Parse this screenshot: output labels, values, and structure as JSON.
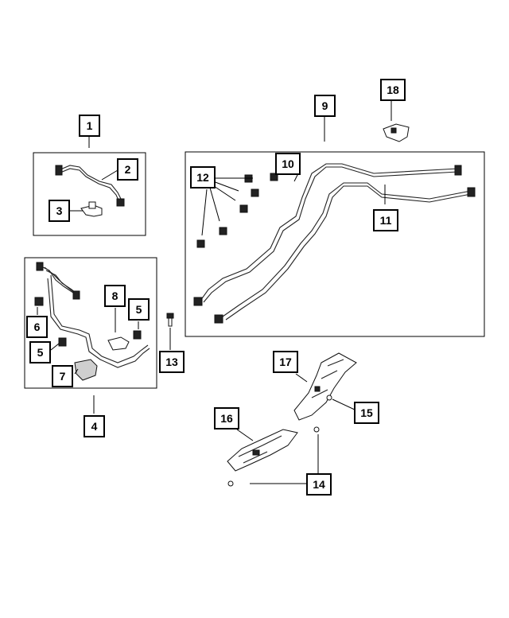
{
  "callouts": [
    {
      "id": "c1",
      "label": "1"
    },
    {
      "id": "c2",
      "label": "2"
    },
    {
      "id": "c3",
      "label": "3"
    },
    {
      "id": "c4",
      "label": "4"
    },
    {
      "id": "c5a",
      "label": "5"
    },
    {
      "id": "c5b",
      "label": "5"
    },
    {
      "id": "c6",
      "label": "6"
    },
    {
      "id": "c7",
      "label": "7"
    },
    {
      "id": "c8",
      "label": "8"
    },
    {
      "id": "c9",
      "label": "9"
    },
    {
      "id": "c10",
      "label": "10"
    },
    {
      "id": "c11",
      "label": "11"
    },
    {
      "id": "c12",
      "label": "12"
    },
    {
      "id": "c13",
      "label": "13"
    },
    {
      "id": "c14",
      "label": "14"
    },
    {
      "id": "c15",
      "label": "15"
    },
    {
      "id": "c16",
      "label": "16"
    },
    {
      "id": "c17",
      "label": "17"
    },
    {
      "id": "c18",
      "label": "18"
    }
  ]
}
